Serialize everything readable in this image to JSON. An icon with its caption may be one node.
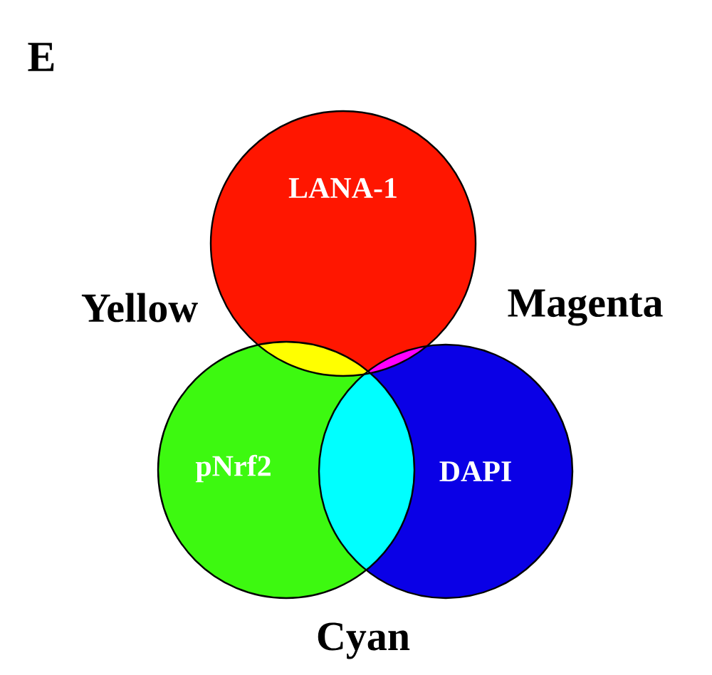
{
  "diagram": {
    "nodes": [
      {
        "text": [
          "LANA-1"
        ]
      },
      {
        "text": [
          "pNrf2"
        ]
      },
      {
        "text": [
          "DAPI"
        ]
      }
    ],
    "labels": [
      "E",
      "Yellow",
      "Magenta",
      "Cyan"
    ]
  }
}
